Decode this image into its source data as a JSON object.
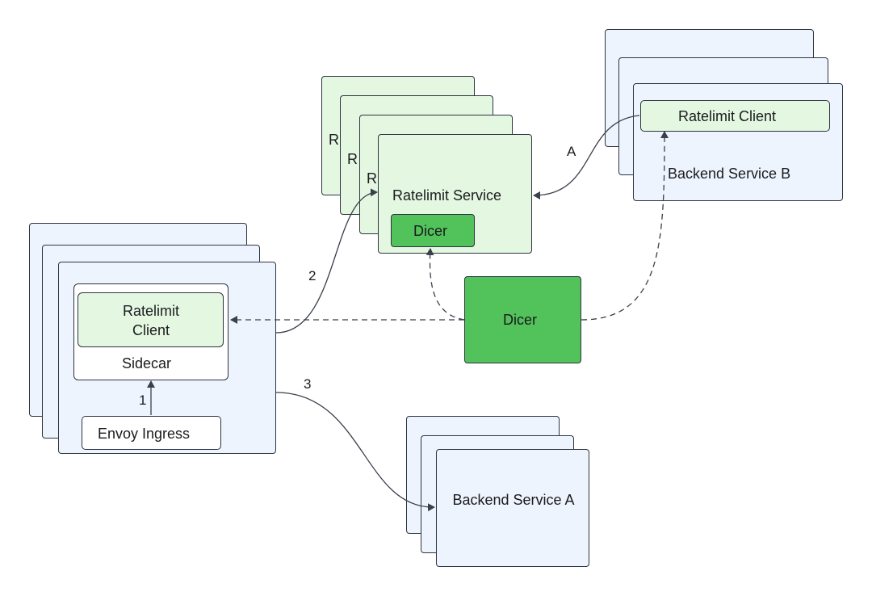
{
  "diagram": {
    "ratelimit_service": {
      "title": "Ratelimit Service",
      "dicer_label": "Dicer",
      "stack_back_letter": "R"
    },
    "backend_b": {
      "title": "Backend Service B",
      "client_label": "Ratelimit Client"
    },
    "ingress_host": {
      "client_label": "Ratelimit Client",
      "sidecar_label": "Sidecar",
      "envoy_label": "Envoy Ingress"
    },
    "dicer": {
      "label": "Dicer"
    },
    "backend_a": {
      "title": "Backend Service A"
    },
    "edges": {
      "step_1": "1",
      "step_2": "2",
      "step_3": "3",
      "step_a": "A"
    }
  }
}
